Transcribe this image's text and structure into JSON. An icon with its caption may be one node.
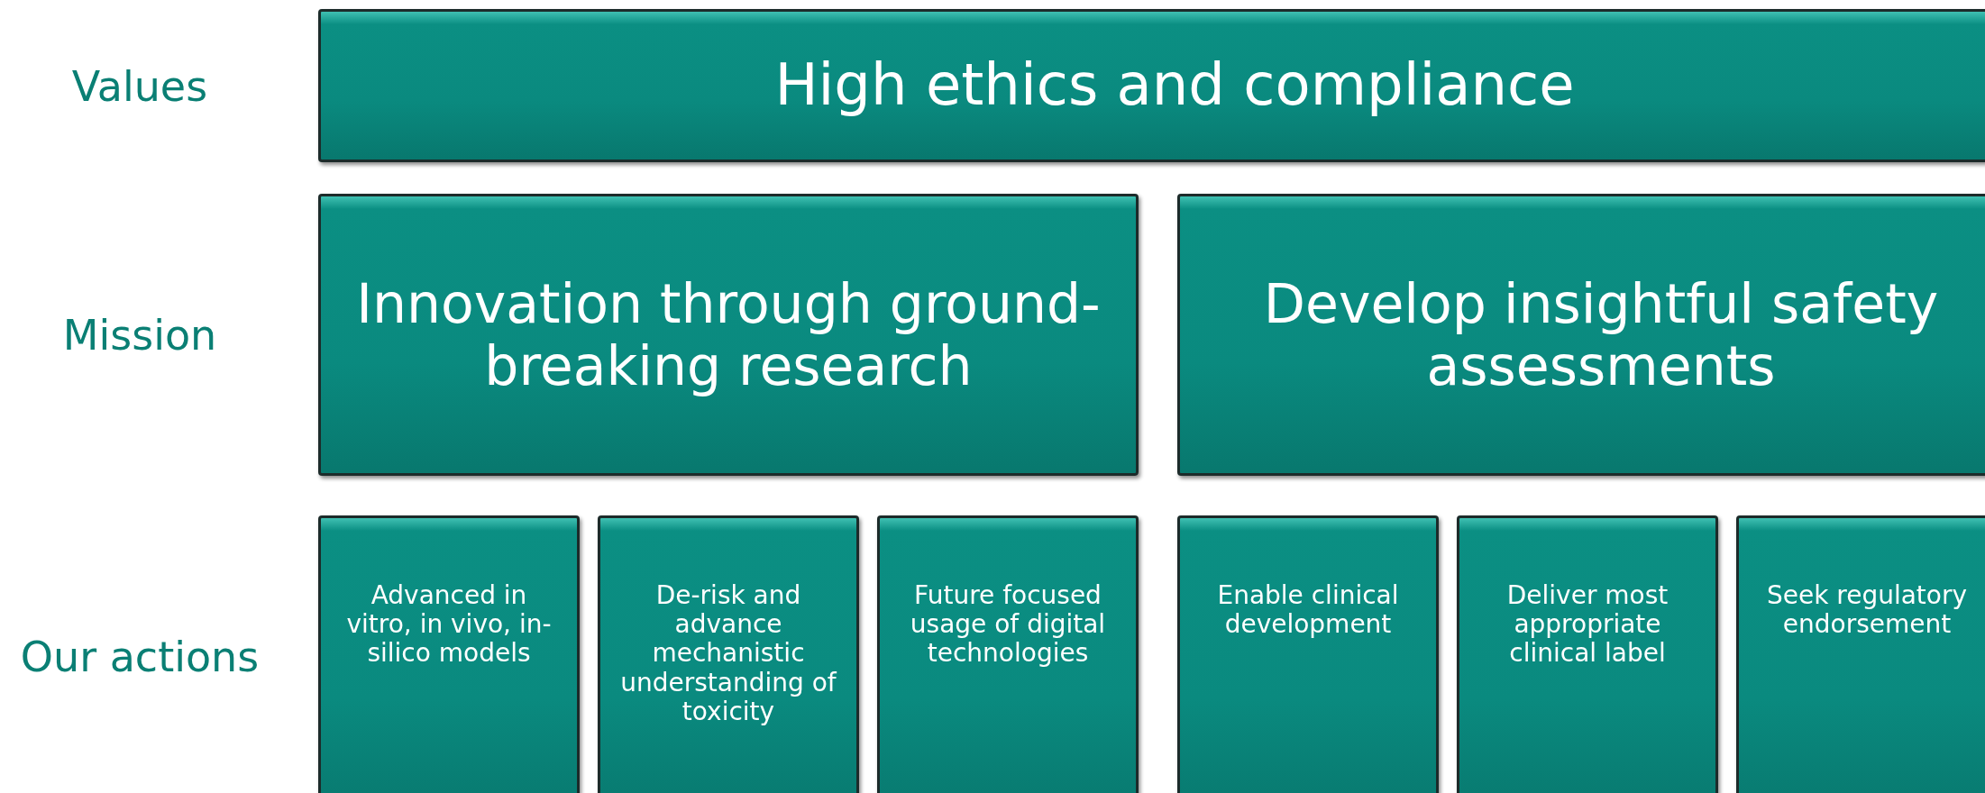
{
  "diagram": {
    "nodes": [
      {
        "text": [
          "High ethics and compliance"
        ]
      },
      {
        "text": [
          "Innovation through ground-breaking research"
        ]
      },
      {
        "text": [
          "Develop insightful safety assessments"
        ]
      },
      {
        "text": [
          "Advanced in vitro, in vivo, in-silico models"
        ]
      },
      {
        "text": [
          "De-risk and advance mechanistic understanding of toxicity"
        ]
      },
      {
        "text": [
          "Future focused usage of digital technologies"
        ]
      },
      {
        "text": [
          "Enable clinical development"
        ]
      },
      {
        "text": [
          "Deliver most appropriate clinical label"
        ]
      },
      {
        "text": [
          "Seek regulatory endorsement"
        ]
      }
    ],
    "labels": [
      "Values",
      "Mission",
      "Our actions"
    ]
  }
}
